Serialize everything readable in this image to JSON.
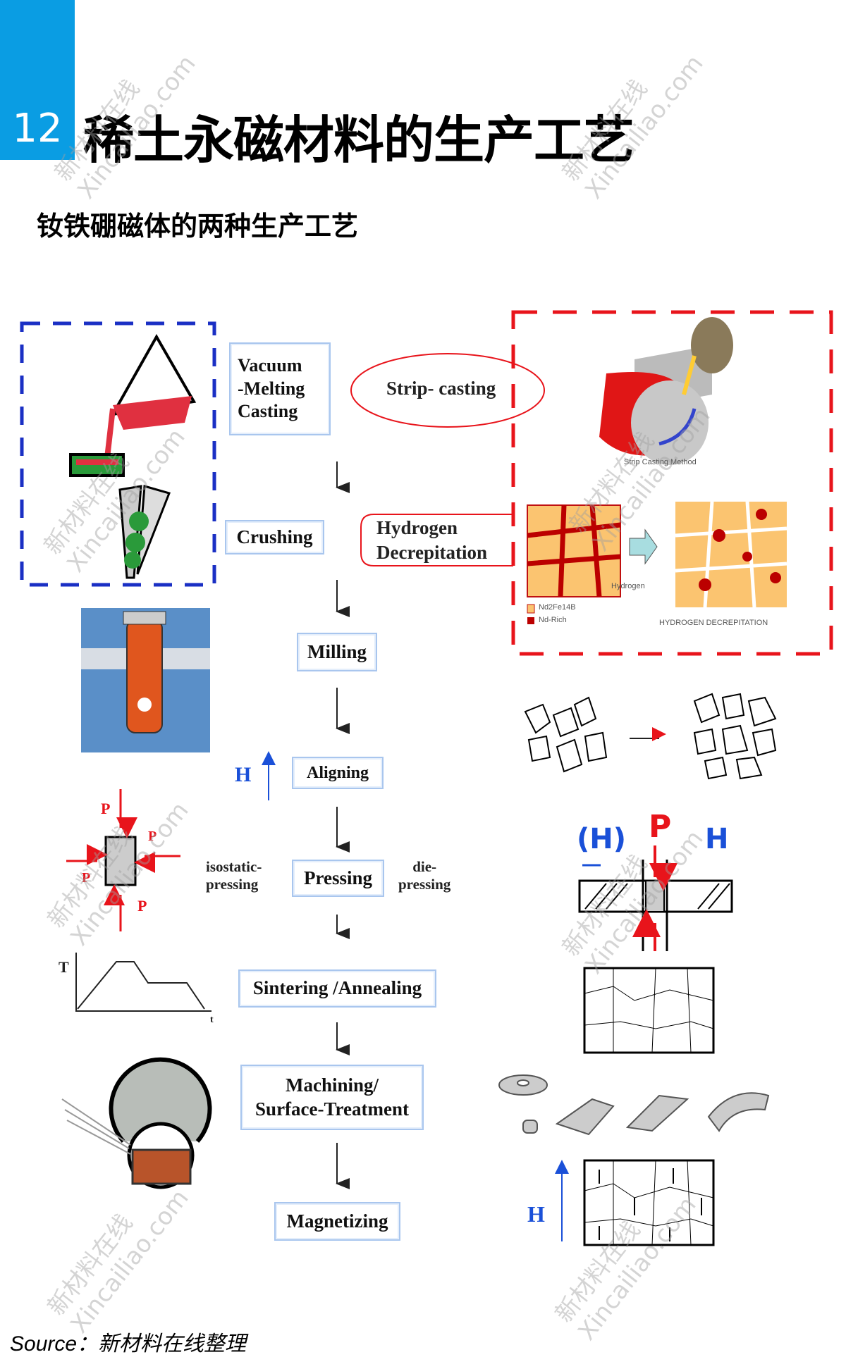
{
  "header": {
    "number": "12",
    "title": "稀土永磁材料的生产工艺"
  },
  "subtitle": "钕铁硼磁体的两种生产工艺",
  "steps": {
    "vacuum_melting": "Vacuum\n-Melting\nCasting",
    "strip_casting": "Strip- casting",
    "crushing": "Crushing",
    "hydrogen_decrepitation": "Hydrogen\nDecrepitation",
    "milling": "Milling",
    "aligning": "Aligning",
    "pressing": "Pressing",
    "sintering": "Sintering /Annealing",
    "machining": "Machining/\nSurface-Treatment",
    "magnetizing": "Magnetizing"
  },
  "labels": {
    "isostatic": "isostatic-\npressing",
    "die": "die-\npressing",
    "field_h": "H",
    "pressure_p": "P",
    "temp_axis": "T",
    "time_axis": "t",
    "field_h_paren": "(H)",
    "strip_casting_method": "Strip Casting Method",
    "hydrogen": "Hydrogen",
    "hydrogen_decrepitation_caption": "HYDROGEN DECREPITATION",
    "legend_phase": "Nd2Fe14B",
    "legend_rich": "Nd-Rich"
  },
  "watermark": {
    "cn": "新材料在线",
    "en": "Xincailiao.com"
  },
  "source": "Source：新材料在线整理",
  "colors": {
    "accent": "#0a9de3",
    "blue_dash": "#1a2fc4",
    "red_dash": "#e8141b",
    "step_border": "#a9c6ee"
  }
}
